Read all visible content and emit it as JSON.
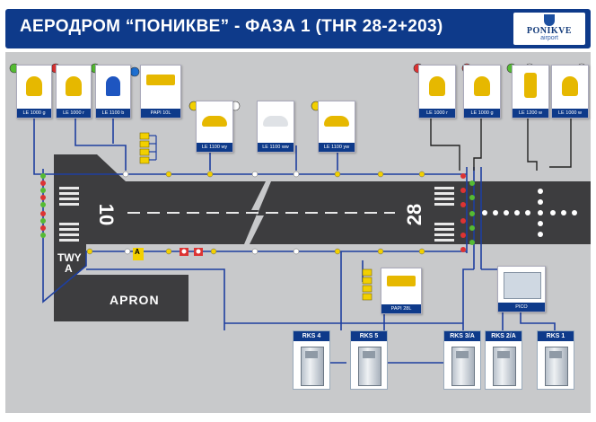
{
  "title": "АЕРОДРОМ “ПОНИКВЕ” - ФАЗА 1 (THR 28-2+203)",
  "logo": {
    "name": "PONIKVE",
    "sub": "airport"
  },
  "runway": {
    "left_designator": "10",
    "right_designator": "28"
  },
  "labels": {
    "twy": "TWY",
    "twy_a": "A",
    "apron": "APRON",
    "taxi_sign": "A"
  },
  "fixtures": [
    {
      "id": "le1000g-l",
      "caption": "LE 1000 g",
      "type": "lamp-yellow",
      "indicator": "#55bb33"
    },
    {
      "id": "le1000r-l",
      "caption": "LE 1000 r",
      "type": "lamp-yellow",
      "indicator": "#dd3333"
    },
    {
      "id": "le1100b",
      "caption": "LE 1100 b",
      "type": "lamp-blue",
      "indicator": "#1e6fd0"
    },
    {
      "id": "papi10l",
      "caption": "PAPI 10L",
      "type": "papi",
      "indicator": ""
    },
    {
      "id": "le1100wy",
      "caption": "LE 1100 wy",
      "type": "inset-yellow",
      "indicator": "split-wy"
    },
    {
      "id": "le1100ww",
      "caption": "LE 1100 ww",
      "type": "inset-white",
      "indicator": "#ffffff"
    },
    {
      "id": "le1100yw",
      "caption": "LE 1100 yw",
      "type": "inset-yellow",
      "indicator": "split-yw"
    },
    {
      "id": "le1000r-r",
      "caption": "LE 1000 r",
      "type": "lamp-yellow",
      "indicator": "#dd3333"
    },
    {
      "id": "le1000g-r",
      "caption": "LE 1000 g",
      "type": "lamp-yellow",
      "indicator": "#55bb33"
    },
    {
      "id": "le1200w",
      "caption": "LE 1200 w",
      "type": "lamp-yellow-tall",
      "indicator": "#ffffff"
    },
    {
      "id": "le1000w",
      "caption": "LE 1000 w",
      "type": "lamp-yellow",
      "indicator": "#ffffff"
    },
    {
      "id": "papi28l",
      "caption": "PAPI 28L",
      "type": "papi",
      "indicator": ""
    },
    {
      "id": "pico",
      "caption": "PICO",
      "type": "pico",
      "indicator": ""
    }
  ],
  "rks": [
    {
      "id": "rks4",
      "label": "RKS 4"
    },
    {
      "id": "rks5",
      "label": "RKS 5"
    },
    {
      "id": "rks3a",
      "label": "RKS 3/A"
    },
    {
      "id": "rks2a",
      "label": "RKS 2/A"
    },
    {
      "id": "rks1",
      "label": "RKS 1"
    }
  ],
  "colors": {
    "header": "#0e3a8a",
    "ground": "#c8c9cb",
    "pavement": "#3d3d3f",
    "cable": "#1e3fa0",
    "cable_dark": "#222222",
    "green": "#55bb33",
    "red": "#dd3333",
    "yellow": "#f2d000",
    "white": "#ffffff"
  }
}
